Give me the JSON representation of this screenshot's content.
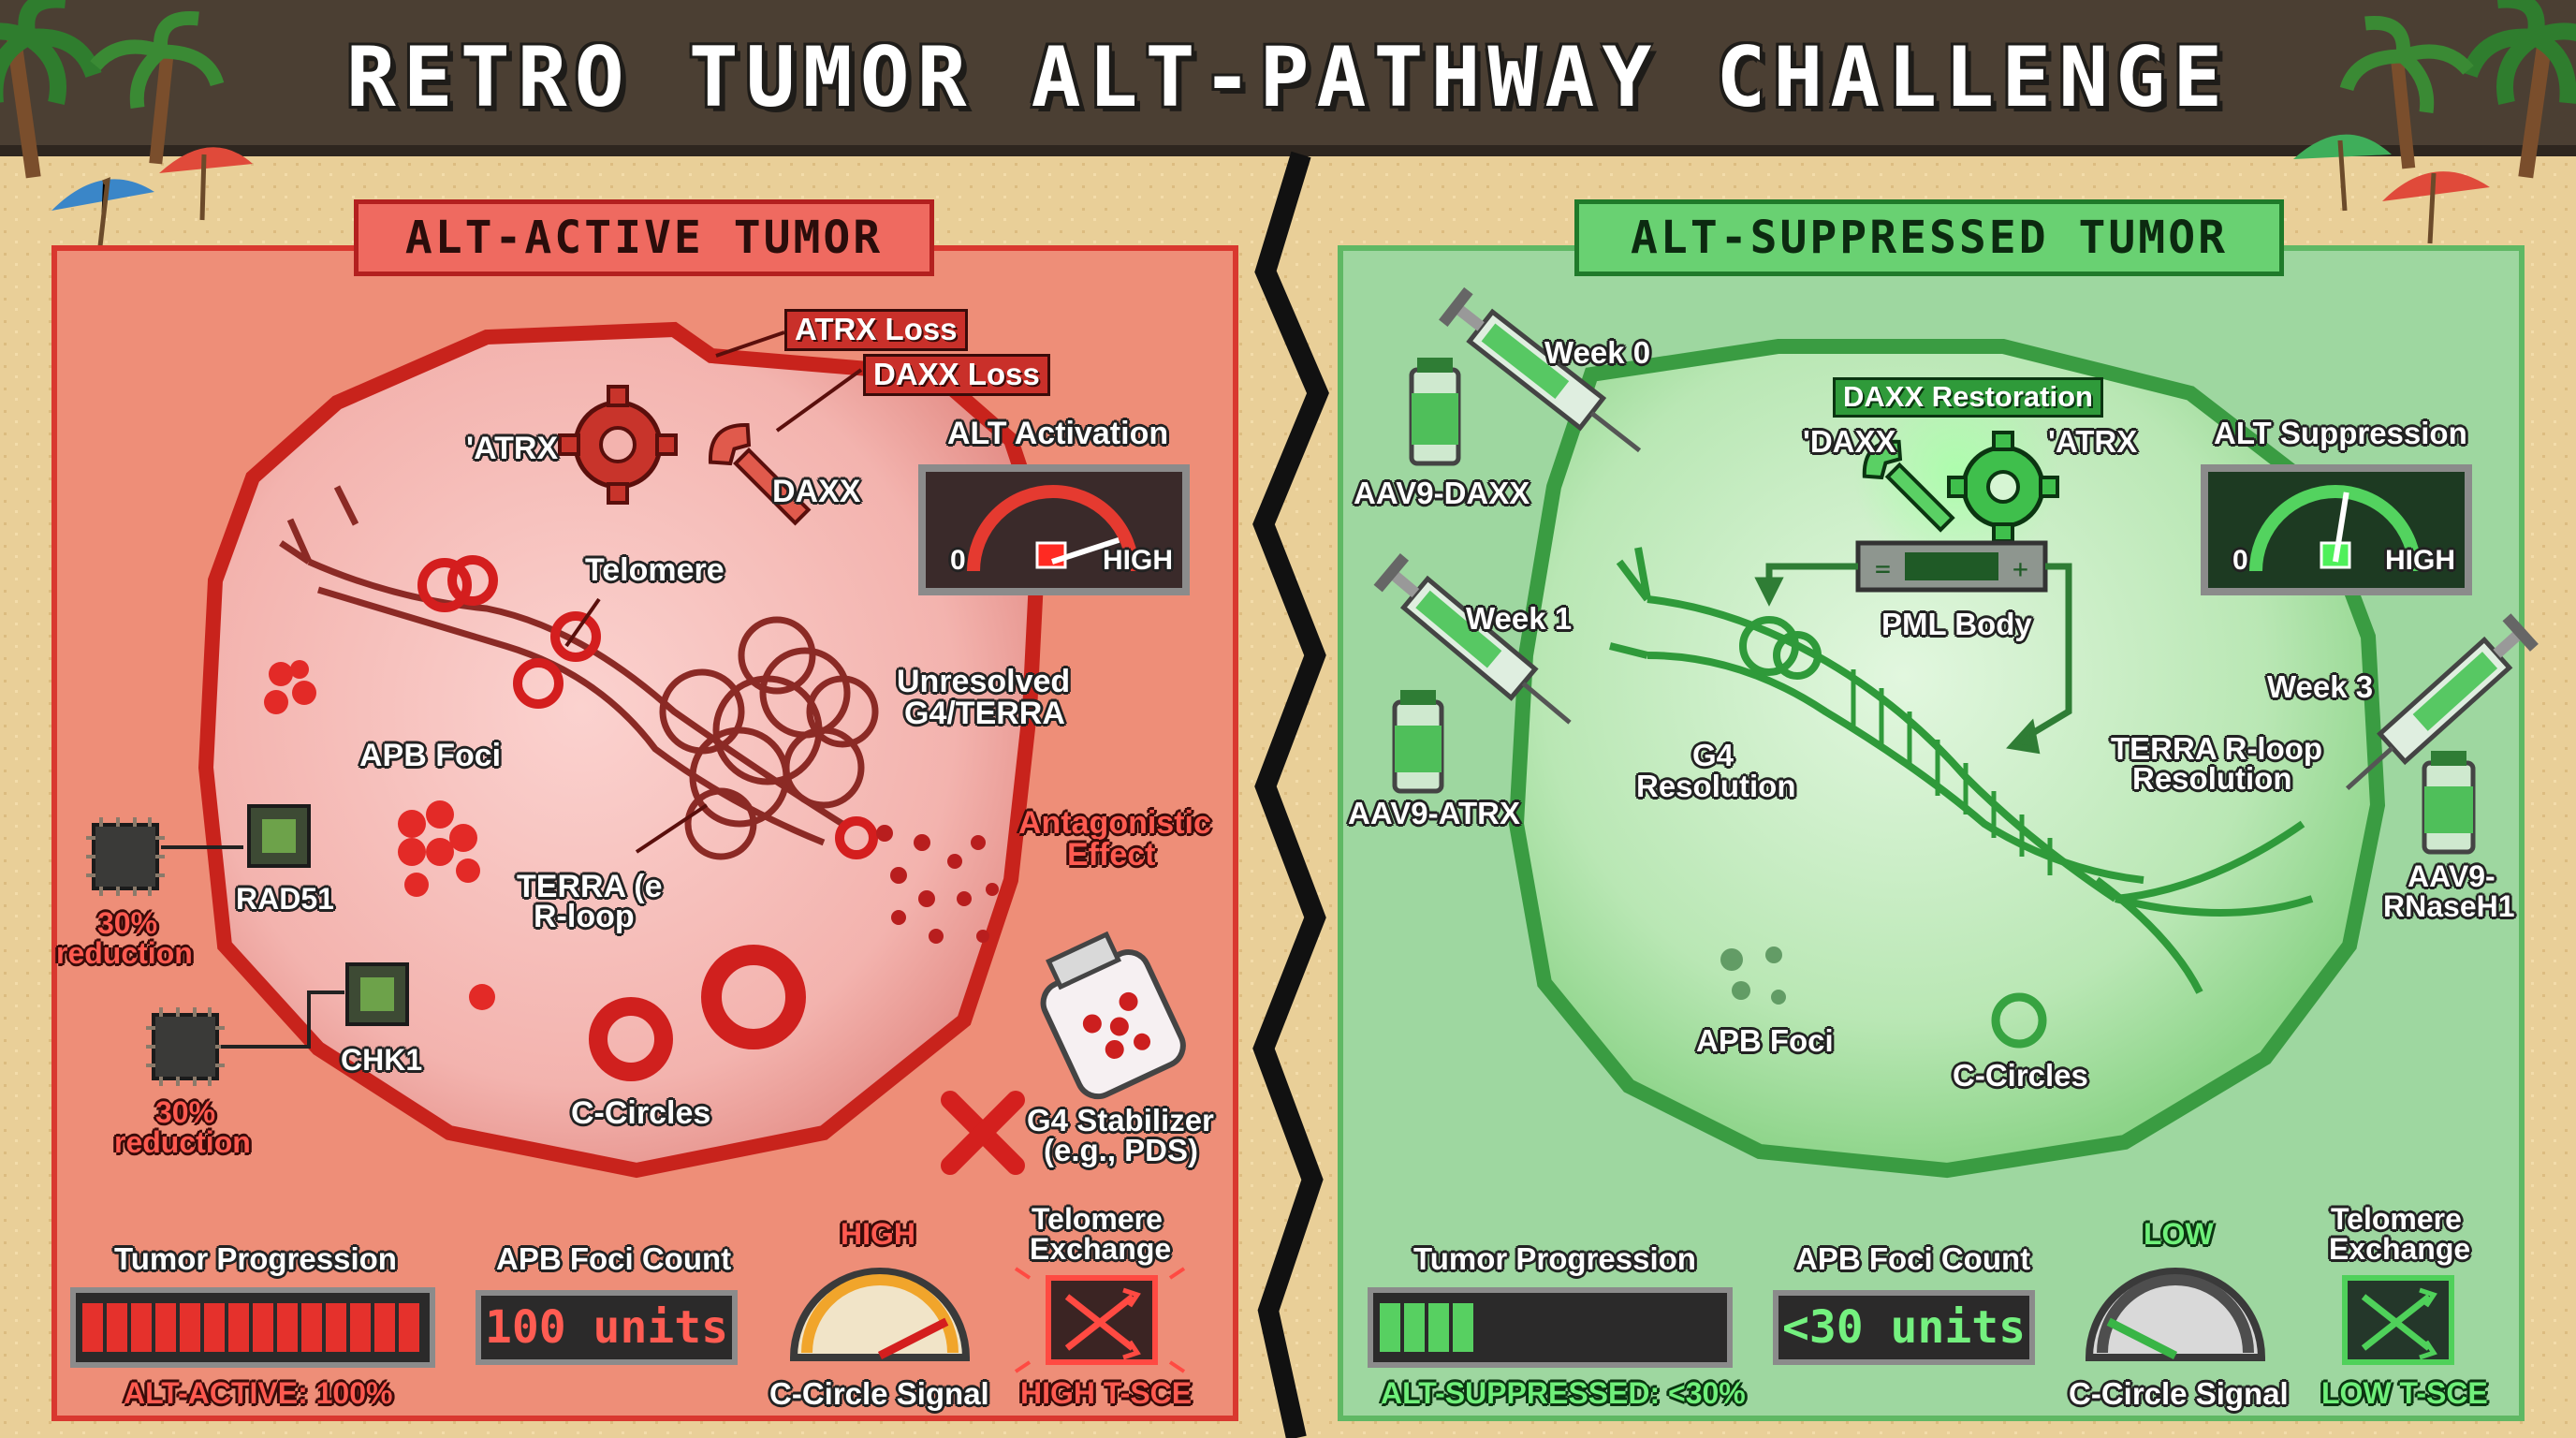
{
  "title": "RETRO TUMOR ALT-PATHWAY CHALLENGE",
  "colors": {
    "alt_red": "#e94a40",
    "alt_green": "#45c257",
    "sand": "#e9cf98",
    "banner": "#4b3f33"
  },
  "alt_active": {
    "panel_title": "ALT-ACTIVE TUMOR",
    "labels": {
      "atrx_loss": "ATRX Loss",
      "daxx_loss": "DAXX Loss",
      "atrx": "'ATRX",
      "daxx": "DAXX",
      "telomere": "Telomere",
      "unresolved": [
        "Unresolved",
        "G4/TERRA"
      ],
      "apb_foci": "APB Foci",
      "terra": [
        "TERRA (e",
        "R-loop"
      ],
      "antagonistic": [
        "Antagonistic",
        "Effect"
      ],
      "rad51": "RAD51",
      "chk1": "CHK1",
      "reduction_1": [
        "30%",
        "reduction"
      ],
      "reduction_2": [
        "30%",
        "reduction"
      ],
      "c_circles": "C-Circles",
      "g4_stabilizer": [
        "G4 Stabilizer",
        "(e.g., PDS)"
      ]
    },
    "gauge": {
      "title": "ALT Activation",
      "min_label": "0",
      "max_label": "HIGH",
      "level": 0.9
    },
    "hud": {
      "progress_title": "Tumor Progression",
      "progress_caption": "ALT-ACTIVE: 100%",
      "progress_value": 1.0,
      "foci_title": "APB Foci Count",
      "foci_value": "100 units",
      "signal_title": "HIGH",
      "signal_caption": "C-Circle Signal",
      "signal_level": 0.85,
      "exchange_title": [
        "Telomere",
        "Exchange"
      ],
      "exchange_caption": "HIGH T-SCE"
    }
  },
  "alt_suppressed": {
    "panel_title": "ALT-SUPPRESSED TUMOR",
    "labels": {
      "week0": "Week 0",
      "week1": "Week 1",
      "week3": "Week 3",
      "aav9_daxx": "AAV9-DAXX",
      "aav9_atrx": "AAV9-ATRX",
      "aav9_rnaseh1": [
        "AAV9-",
        "RNaseH1"
      ],
      "daxx_restoration": "DAXX Restoration",
      "daxx": "'DAXX",
      "atrx": "'ATRX",
      "pml_body": "PML Body",
      "g4_resolution": [
        "G4",
        "Resolution"
      ],
      "terra_resolution": [
        "TERRA R-loop",
        "Resolution"
      ],
      "apb_foci": "APB Foci",
      "c_circles": "C-Circles"
    },
    "gauge": {
      "title": "ALT Suppression",
      "min_label": "0",
      "max_label": "HIGH",
      "level": 0.55
    },
    "hud": {
      "progress_title": "Tumor Progression",
      "progress_caption": "ALT-SUPPRESSED: <30%",
      "progress_value": 0.28,
      "foci_title": "APB Foci Count",
      "foci_value": "<30 units",
      "signal_title": "LOW",
      "signal_caption": "C-Circle Signal",
      "signal_level": 0.15,
      "exchange_title": [
        "Telomere",
        "Exchange"
      ],
      "exchange_caption": "LOW T-SCE"
    }
  }
}
